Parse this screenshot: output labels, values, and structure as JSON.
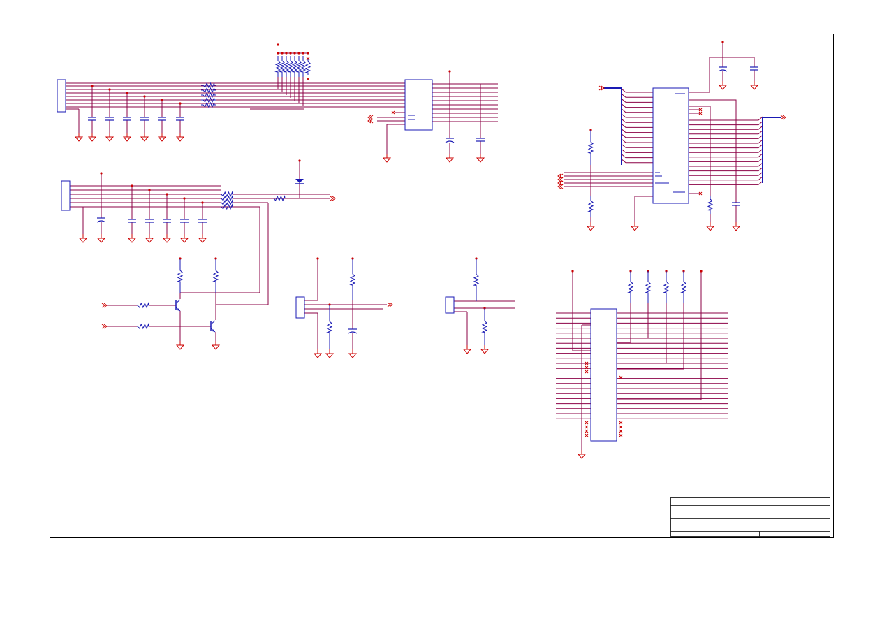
{
  "document": {
    "type": "electrical-schematic-sheet",
    "title_block": {
      "title": "",
      "size": "",
      "document_number": "",
      "revision": "",
      "date": "",
      "sheet": ""
    }
  },
  "colors": {
    "wire": "#8b0046",
    "component": "#1a1ab4",
    "power": "#cc0000",
    "no_connect": "#cc0000",
    "border": "#000000",
    "background": "#ffffff"
  },
  "symbols": {
    "ground": "ground-symbol",
    "power_rail": "power-rail-dot",
    "resistor": "resistor-symbol",
    "capacitor": "capacitor-symbol",
    "transistor": "npn-transistor-symbol",
    "diode": "diode-symbol",
    "connector": "connector-symbol",
    "ic": "ic-package-symbol",
    "offpage": "offpage-arrow-symbol",
    "noconnect": "no-connect-marker"
  }
}
